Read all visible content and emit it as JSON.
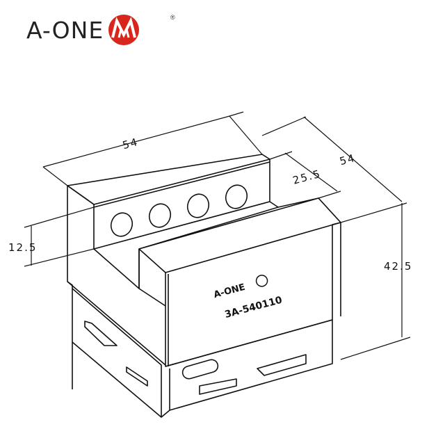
{
  "brand": {
    "name": "A-ONE",
    "registered_mark": "®",
    "logo_color": "#d9261c",
    "text_color": "#222222"
  },
  "product": {
    "engraved_brand": "A-ONE",
    "part_number": "3A-540110"
  },
  "dimensions": {
    "width_top": "54",
    "depth": "54",
    "slot_depth": "25.5",
    "slot_height": "12.5",
    "overall_height": "42.5"
  },
  "icons": {
    "logo_mark": "a-one-m-circle-icon"
  }
}
